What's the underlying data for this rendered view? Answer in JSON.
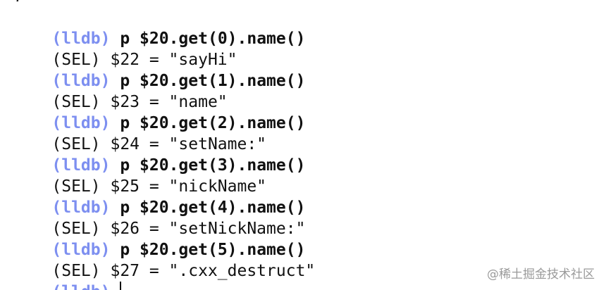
{
  "console": {
    "prompt": "(lldb)",
    "entries": [
      {
        "command": "p $20.get(0).name()",
        "output": "(SEL) $22 = \"sayHi\""
      },
      {
        "command": "p $20.get(1).name()",
        "output": "(SEL) $23 = \"name\""
      },
      {
        "command": "p $20.get(2).name()",
        "output": "(SEL) $24 = \"setName:\""
      },
      {
        "command": "p $20.get(3).name()",
        "output": "(SEL) $25 = \"nickName\""
      },
      {
        "command": "p $20.get(4).name()",
        "output": "(SEL) $26 = \"setNickName:\""
      },
      {
        "command": "p $20.get(5).name()",
        "output": "(SEL) $27 = \".cxx_destruct\""
      }
    ],
    "current_prompt": "(lldb)"
  },
  "watermark": {
    "text": "@稀土掘金技术社区"
  },
  "colors": {
    "prompt": "#7d8ff0",
    "text": "#111111",
    "background": "#ffffff",
    "watermark": "#9a9a9a"
  }
}
